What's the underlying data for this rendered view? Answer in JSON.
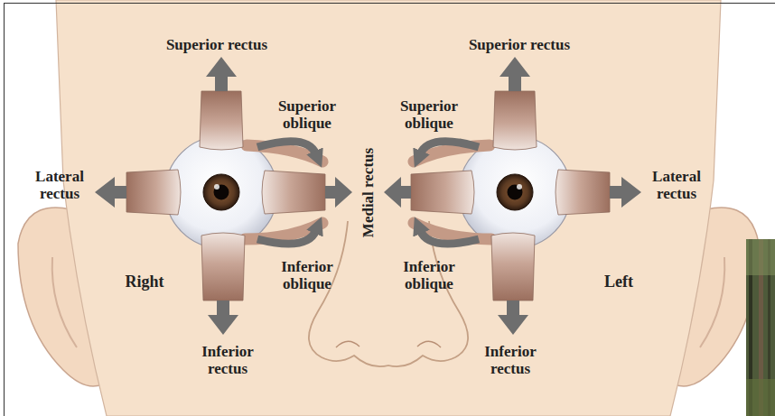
{
  "diagram": {
    "labels": [
      "Superior rectus",
      "Superior rectus",
      "Superior oblique",
      "Superior oblique",
      "Lateral rectus",
      "Medial rectus",
      "Lateral rectus",
      "Inferior oblique",
      "Right",
      "Inferior oblique",
      "Left",
      "Inferior rectus",
      "Inferior rectus"
    ]
  }
}
